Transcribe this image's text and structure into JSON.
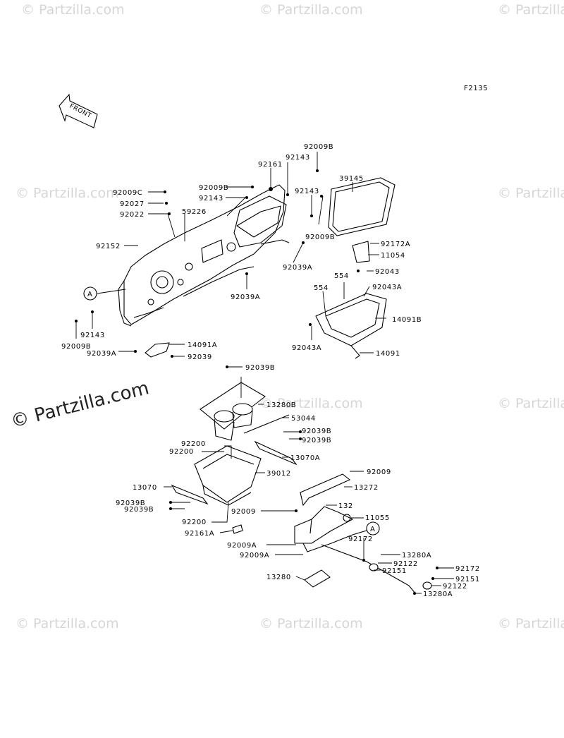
{
  "figure_code": "F2135",
  "front_label": "FRONT",
  "watermark": {
    "main": "© Partzilla.com",
    "repeat": "© Partzilla.com"
  },
  "callouts": {
    "a_top": "A",
    "a_bottom": "A"
  },
  "parts": {
    "p92009C": "92009C",
    "p92027": "92027",
    "p92022": "92022",
    "p59226": "59226",
    "p92152": "92152",
    "p92143_left": "92143",
    "p92009B_left": "92009B",
    "p92039A_left": "92039A",
    "p14091A": "14091A",
    "p92039_left": "92039",
    "p92009B_top1": "92009B",
    "p92143_top1": "92143",
    "p92161_top": "92161",
    "p92143_top2": "92143",
    "p92009B_top2": "92009B",
    "p92143_top3": "92143",
    "p92009B_top3": "92009B",
    "p92039A_mid": "92039A",
    "p92039A_low": "92039A",
    "p39145": "39145",
    "p92172A": "92172A",
    "p11054": "11054",
    "p92043": "92043",
    "p554_a": "554",
    "p554_b": "554",
    "p92043A_r": "92043A",
    "p14091B": "14091B",
    "p92043A_l": "92043A",
    "p14091": "14091",
    "p92039B_top": "92039B",
    "p13280B": "13280B",
    "p53044": "53044",
    "p92039B_r1": "92039B",
    "p92039B_r2": "92039B",
    "p13070A": "13070A",
    "p92200_a": "92200",
    "p92200_b": "92200",
    "p39012": "39012",
    "p13070": "13070",
    "p92039B_l1": "92039B",
    "p92039B_l2": "92039B",
    "p92200_c": "92200",
    "p92161A": "92161A",
    "p92009_r": "92009",
    "p13272": "13272",
    "p92009_m": "92009",
    "p132": "132",
    "p11055": "11055",
    "p92172_a": "92172",
    "p13280A_a": "13280A",
    "p92122_a": "92122",
    "p92151_a": "92151",
    "p92009A_1": "92009A",
    "p92009A_2": "92009A",
    "p13280": "13280",
    "p92172_b": "92172",
    "p92151_b": "92151",
    "p92122_b": "92122",
    "p13280A_b": "13280A"
  }
}
